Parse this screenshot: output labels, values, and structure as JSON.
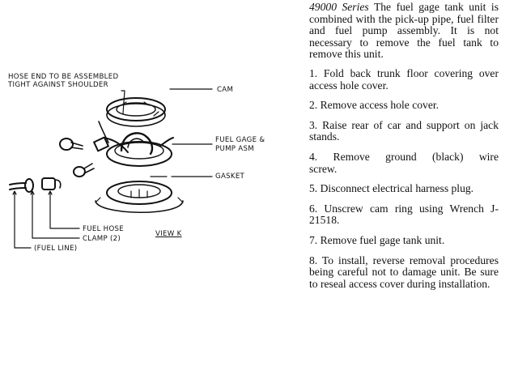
{
  "figure": {
    "labels": {
      "hose_end": "HOSE END TO BE ASSEMBLED",
      "hose_end_2": "TIGHT AGAINST SHOULDER",
      "cam": "CAM",
      "fuel_gage_1": "FUEL GAGE &",
      "fuel_gage_2": "PUMP ASM",
      "gasket": "GASKET",
      "fuel_hose": "FUEL HOSE",
      "clamp": "CLAMP (2)",
      "fuel_line": "(FUEL LINE)",
      "view": "VIEW K"
    }
  },
  "text": {
    "series": "49000 Series",
    "intro": " The fuel gage tank unit is combined with the pick-up pipe, fuel filter and fuel pump assembly. It is not necessary to remove the fuel tank to remove this unit.",
    "steps": [
      "1. Fold back trunk floor covering over access hole cover.",
      "2. Remove access hole cover.",
      "3. Raise rear of car and support on jack stands.",
      "4. Remove ground (black) wire screw.",
      "5. Disconnect electrical harness plug.",
      "6. Unscrew cam ring using Wrench J-21518.",
      "7. Remove fuel gage tank unit.",
      "8. To install, reverse removal procedures being careful not to damage unit. Be sure to reseal access cover during installation."
    ]
  }
}
